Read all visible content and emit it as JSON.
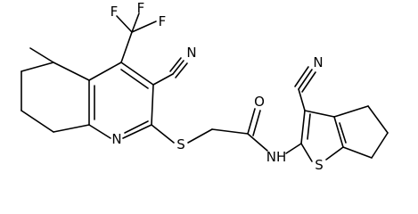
{
  "colors": {
    "background": "#ffffff",
    "ink": "#000000"
  },
  "atoms": {
    "f1": "F",
    "f2": "F",
    "f3": "F",
    "n_nitrile_left": "N",
    "n_quinoline": "N",
    "s_thioether": "S",
    "o_carbonyl": "O",
    "nh_amide": "NH",
    "n_nitrile_right": "N",
    "s_thiophene": "S"
  }
}
